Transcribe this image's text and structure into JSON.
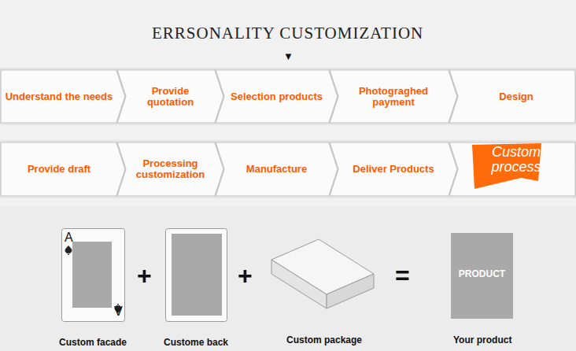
{
  "diagram": {
    "title": "ERRSONALITY CUSTOMIZATION",
    "nodes": [
      {
        "text": [
          "Understand the needs"
        ]
      },
      {
        "text": [
          "Provide quotation"
        ]
      },
      {
        "text": [
          "Selection products"
        ]
      },
      {
        "text": [
          "Photograghed payment"
        ]
      },
      {
        "text": [
          "Design"
        ]
      },
      {
        "text": [
          "Provide draft"
        ]
      },
      {
        "text": [
          "Processing customization"
        ]
      },
      {
        "text": [
          "Manufacture"
        ]
      },
      {
        "text": [
          "Deliver  Products"
        ]
      },
      {
        "text": [
          "Custom process"
        ]
      },
      {
        "text": [
          "PRODUCT"
        ]
      }
    ],
    "labels": [
      "▼",
      "A",
      "A",
      "+",
      "+",
      "=",
      "Custom facade",
      "Custome back",
      "Custom package",
      "Your product"
    ]
  }
}
